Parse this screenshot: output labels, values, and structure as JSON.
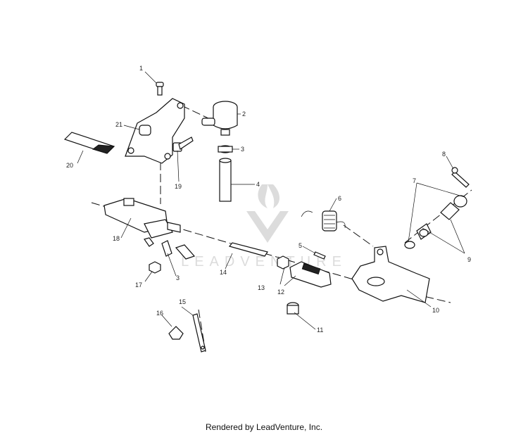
{
  "diagram": {
    "callouts": [
      "1",
      "2",
      "3",
      "4",
      "5",
      "6",
      "7",
      "8",
      "9",
      "10",
      "11",
      "12",
      "13",
      "14",
      "15",
      "16",
      "17",
      "18",
      "19",
      "20",
      "21",
      "3"
    ],
    "watermark": "LEADVENTURE"
  },
  "footer": {
    "credit": "Rendered by LeadVenture, Inc."
  }
}
